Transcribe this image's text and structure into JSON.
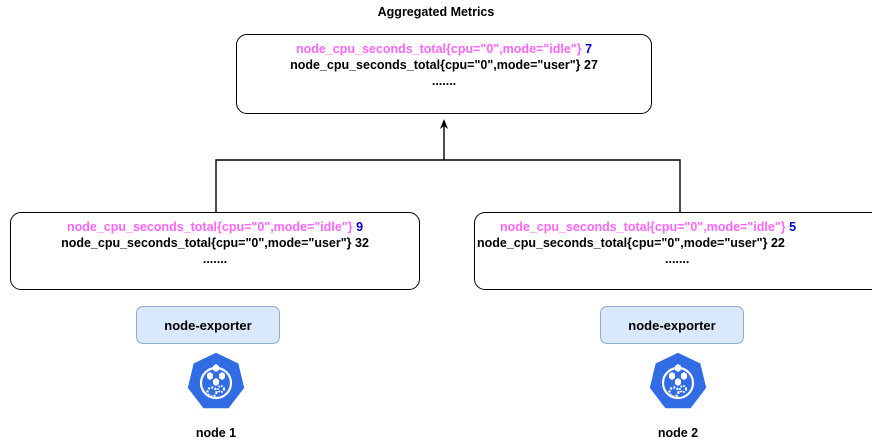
{
  "title": "Aggregated Metrics",
  "aggregated": {
    "idle_metric": "node_cpu_seconds_total{cpu=\"0\",mode=\"idle\"}",
    "idle_value": "7",
    "user_metric": "node_cpu_seconds_total{cpu=\"0\",mode=\"user\"}",
    "user_value": "27",
    "ellipsis": "......."
  },
  "nodes": [
    {
      "idle_metric": "node_cpu_seconds_total{cpu=\"0\",mode=\"idle\"}",
      "idle_value": "9",
      "user_metric": "node_cpu_seconds_total{cpu=\"0\",mode=\"user\"}",
      "user_value": "32",
      "ellipsis": ".......",
      "exporter_label": "node-exporter",
      "node_icon": "kubernetes-node-icon",
      "node_label": "node 1"
    },
    {
      "idle_metric": "node_cpu_seconds_total{cpu=\"0\",mode=\"idle\"}",
      "idle_value": "5",
      "user_metric": "node_cpu_seconds_total{cpu=\"0\",mode=\"user\"}",
      "user_value": "22",
      "ellipsis": ".......",
      "exporter_label": "node-exporter",
      "node_icon": "kubernetes-node-icon",
      "node_label": "node 2"
    }
  ],
  "colors": {
    "idle_text": "#ff66ff",
    "value_text": "#0000cc",
    "exporter_fill": "#dae8fc",
    "exporter_border": "#8eaed4",
    "node_icon": "#326ce5"
  }
}
